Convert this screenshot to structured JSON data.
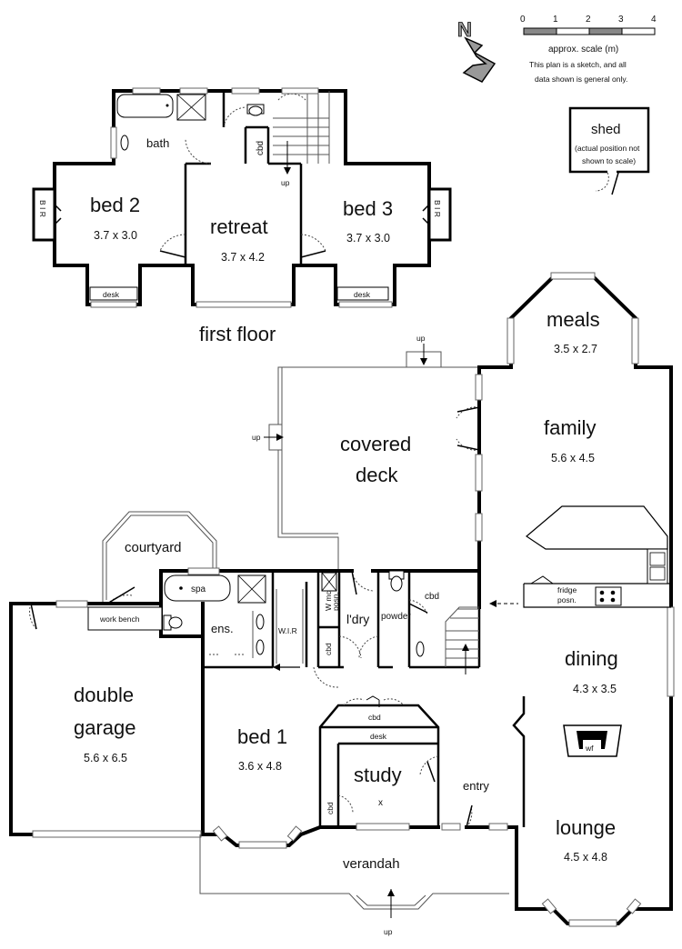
{
  "scale": {
    "ticks": [
      "0",
      "1",
      "2",
      "3",
      "4"
    ],
    "label": "approx. scale (m)",
    "note_line1": "This plan is a sketch, and all",
    "note_line2": "data shown is general only."
  },
  "compass": {
    "letter": "N"
  },
  "shed": {
    "name": "shed",
    "note_line1": "(actual position not",
    "note_line2": "shown to scale)"
  },
  "first_floor": {
    "title": "first floor",
    "bath": "bath",
    "cbd": "cbd",
    "up": "up",
    "bir": "B I R",
    "desk": "desk",
    "bed2": {
      "name": "bed 2",
      "dim": "3.7 x 3.0"
    },
    "retreat": {
      "name": "retreat",
      "dim": "3.7 x 4.2"
    },
    "bed3": {
      "name": "bed 3",
      "dim": "3.7 x 3.0"
    }
  },
  "ground_floor": {
    "meals": {
      "name": "meals",
      "dim": "3.5 x 2.7"
    },
    "family": {
      "name": "family",
      "dim": "5.6 x 4.5"
    },
    "covered_deck_1": "covered",
    "covered_deck_2": "deck",
    "courtyard": "courtyard",
    "spa": "spa",
    "work_bench": "work bench",
    "ens": "ens.",
    "wir": "W.I.R",
    "wm_1": "W mc",
    "wm_2": "posn.",
    "cbd": "cbd",
    "ldry": "l'dry",
    "powder": "powder",
    "fridge_1": "fridge",
    "fridge_2": "posn.",
    "double_garage_1": "double",
    "double_garage_2": "garage",
    "garage_dim": "5.6 x 6.5",
    "bed1": {
      "name": "bed 1",
      "dim": "3.6 x 4.8"
    },
    "study": "study",
    "study_desk": "desk",
    "study_x": "x",
    "entry": "entry",
    "dining": {
      "name": "dining",
      "dim": "4.3 x 3.5"
    },
    "wf": "wf",
    "lounge": {
      "name": "lounge",
      "dim": "4.5 x 4.8"
    },
    "verandah": "verandah",
    "up": "up"
  }
}
